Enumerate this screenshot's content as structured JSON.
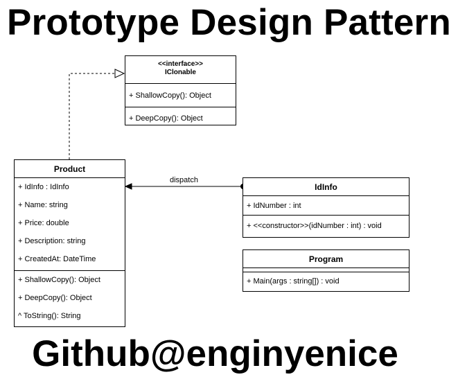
{
  "page": {
    "title": "Prototype Design Pattern",
    "footer": "Github@enginyenice"
  },
  "iclonable": {
    "stereotype": "<<interface>>",
    "name": "IClonable",
    "operations": [
      "+ ShallowCopy(): Object",
      "+ DeepCopy(): Object"
    ]
  },
  "product": {
    "name": "Product",
    "attributes": [
      "+ IdInfo : IdInfo",
      "+ Name: string",
      "+ Price: double",
      "+ Description: string",
      "+ CreatedAt: DateTime"
    ],
    "operations": [
      "+ ShallowCopy(): Object",
      "+ DeepCopy(): Object",
      "^ ToString(): String"
    ]
  },
  "idinfo": {
    "name": "IdInfo",
    "attributes": [
      "+ IdNumber : int"
    ],
    "operations": [
      "+ <<constructor>>(idNumber : int) : void"
    ]
  },
  "program": {
    "name": "Program",
    "operations": [
      "+ Main(args : string[]) : void"
    ]
  },
  "relations": {
    "association_label": "dispatch"
  }
}
